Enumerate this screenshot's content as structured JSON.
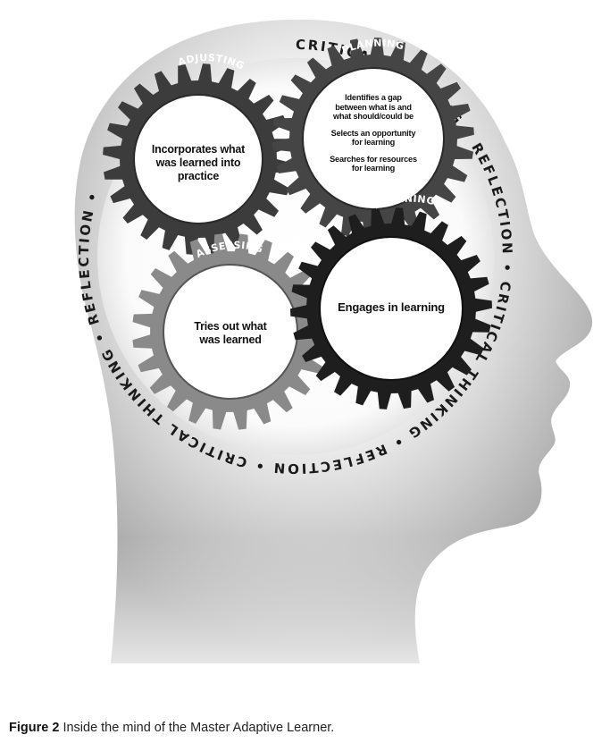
{
  "ring_text": {
    "segments": [
      "CRITICAL THINKING",
      "REFLECTION",
      "CRITICAL THINKING",
      "REFLECTION",
      "CRITICAL THINKING",
      "REFLECTION"
    ],
    "separator": "•"
  },
  "gears": {
    "adjusting": {
      "label": "ADJUSTING",
      "lines": [
        "Incorporates what",
        "was learned into",
        "practice"
      ]
    },
    "planning": {
      "label": "PLANNING",
      "group1": [
        "Identifies a gap",
        "between what is and",
        "what should/could be"
      ],
      "group2": [
        "Selects an opportunity",
        "for learning"
      ],
      "group3": [
        "Searches for resources",
        "for learning"
      ]
    },
    "learning": {
      "label": "LEARNING",
      "lines": [
        "Engages in learning"
      ]
    },
    "assessing": {
      "label": "ASSESSING",
      "lines": [
        "Tries out what",
        "was learned"
      ]
    }
  },
  "caption": {
    "label": "Figure 2",
    "text": "Inside the mind of the Master Adaptive Learner."
  },
  "colors": {
    "head_dark": "#9a9a9a",
    "head_light": "#f4f4f4",
    "gear_adjusting": "#3c3c3c",
    "gear_planning": "#454545",
    "gear_learning": "#1e1e1e",
    "gear_assessing": "#8a8a8a",
    "ring_text": "#1a1a1a"
  }
}
